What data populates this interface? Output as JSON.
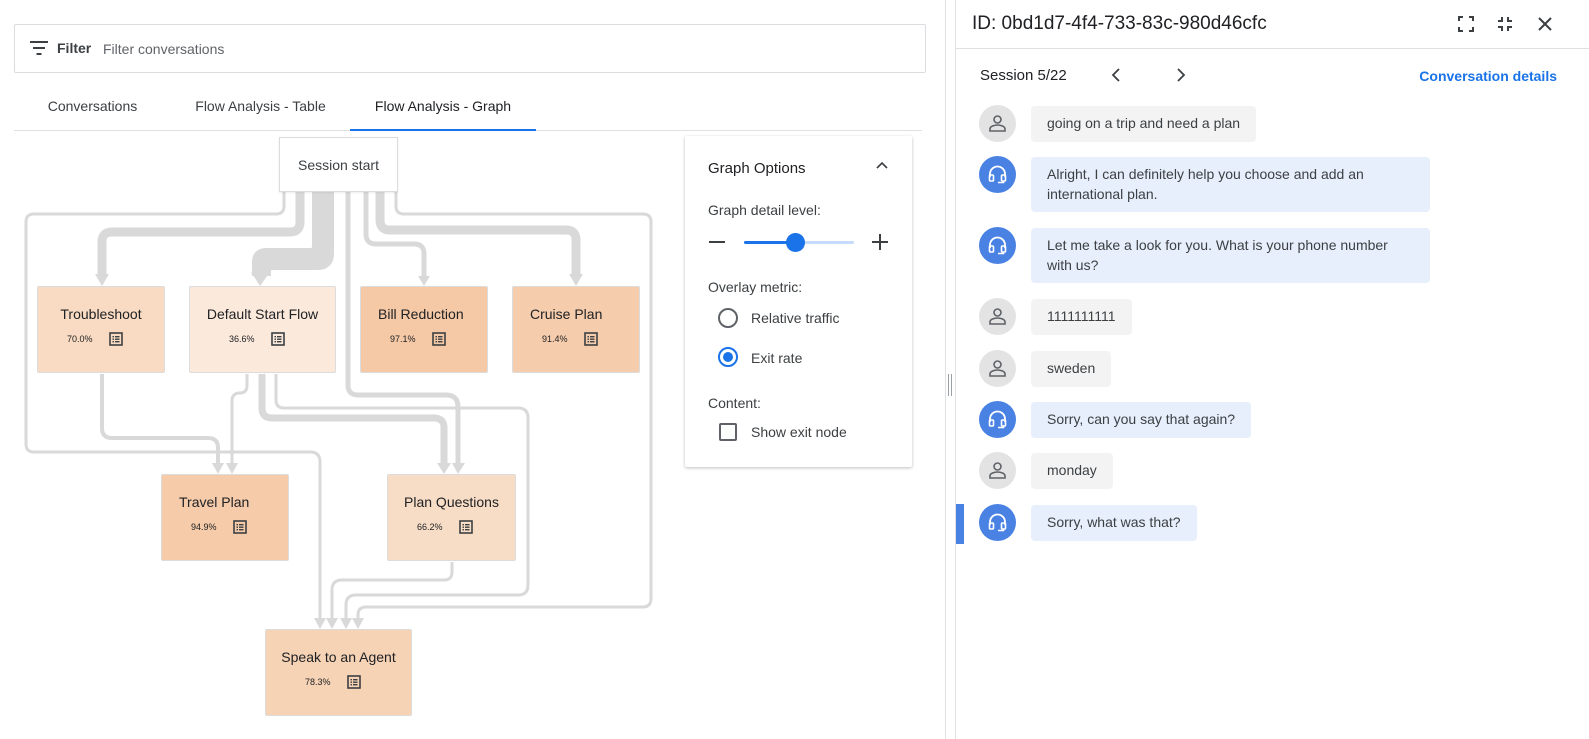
{
  "filter": {
    "label": "Filter",
    "placeholder": "Filter conversations",
    "value": ""
  },
  "tabs": [
    {
      "label": "Conversations",
      "active": false
    },
    {
      "label": "Flow Analysis - Table",
      "active": false
    },
    {
      "label": "Flow Analysis - Graph",
      "active": true
    }
  ],
  "graph": {
    "start_label": "Session start",
    "nodes": [
      {
        "label": "Troubleshoot",
        "pct": "70.0%",
        "color": "#f8dbc2"
      },
      {
        "label": "Default Start Flow",
        "pct": "36.6%",
        "color": "#fbe9dc"
      },
      {
        "label": "Bill Reduction",
        "pct": "97.1%",
        "color": "#f5c9a6"
      },
      {
        "label": "Cruise Plan",
        "pct": "91.4%",
        "color": "#f6cdac"
      },
      {
        "label": "Travel Plan",
        "pct": "94.9%",
        "color": "#f5cba9"
      },
      {
        "label": "Plan Questions",
        "pct": "66.2%",
        "color": "#f8ddc6"
      },
      {
        "label": "Speak to an Agent",
        "pct": "78.3%",
        "color": "#f7d3b6"
      }
    ],
    "edge_color": "#d9d9d9",
    "node_icon": "list-alt-icon"
  },
  "options": {
    "title": "Graph Options",
    "detail_label": "Graph detail level:",
    "detail_level": 0.47,
    "overlay_label": "Overlay metric:",
    "overlay_options": [
      {
        "label": "Relative traffic",
        "selected": false
      },
      {
        "label": "Exit rate",
        "selected": true
      }
    ],
    "content_label": "Content:",
    "show_exit_node": {
      "label": "Show exit node",
      "checked": false
    }
  },
  "conversation": {
    "id_title": "ID: 0bd1d7-4f4-733-83c-980d46cfc",
    "session": "Session 5/22",
    "details_link": "Conversation details",
    "messages": [
      {
        "role": "user",
        "text": "going on a trip and need a plan"
      },
      {
        "role": "agent",
        "text": "Alright, I can definitely help you choose and add an international plan."
      },
      {
        "role": "agent",
        "text": "Let me take a look for you. What is your phone number with us?"
      },
      {
        "role": "user",
        "text": "1111111111"
      },
      {
        "role": "user",
        "text": "sweden"
      },
      {
        "role": "agent",
        "text": "Sorry, can you say that again?"
      },
      {
        "role": "user",
        "text": "monday"
      },
      {
        "role": "agent",
        "text": "Sorry, what was that?"
      }
    ],
    "active_message_index": 7
  },
  "colors": {
    "accent": "#1a73e8",
    "agent_avatar": "#4a82e3",
    "agent_bubble": "#e7effc",
    "user_bubble": "#f3f3f3"
  }
}
